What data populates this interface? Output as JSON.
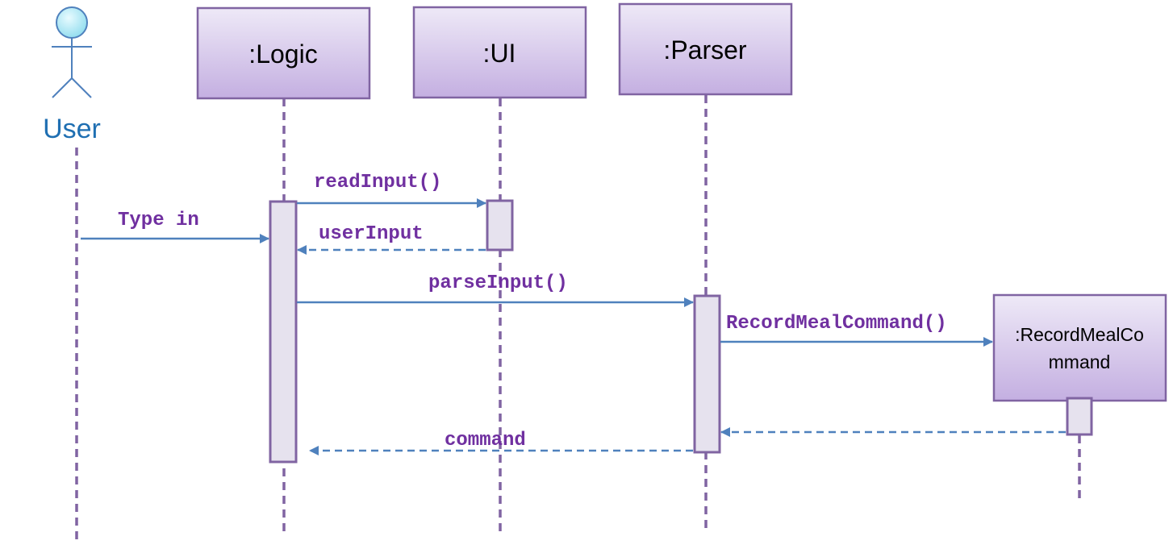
{
  "actor": {
    "label": "User"
  },
  "participants": [
    {
      "id": "logic",
      "label": ":Logic"
    },
    {
      "id": "ui",
      "label": ":UI"
    },
    {
      "id": "parser",
      "label": ":Parser"
    },
    {
      "id": "record",
      "label_line1": ":RecordMealCo",
      "label_line2": "mmand"
    }
  ],
  "messages": {
    "type_in": "Type in",
    "read_input": "readInput()",
    "user_input": "userInput",
    "parse_input": "parseInput()",
    "record_meal_command": "RecordMealCommand()",
    "command": "command"
  },
  "colors": {
    "lifeline": "#8064a2",
    "box_top": "#eee9f7",
    "box_bottom": "#c4afe1",
    "activation_fill": "#e6e2ee",
    "arrow": "#4f81bd",
    "message_text": "#7030a0",
    "actor_text": "#1f6fb2",
    "actor_head": "#a0e6f5"
  }
}
